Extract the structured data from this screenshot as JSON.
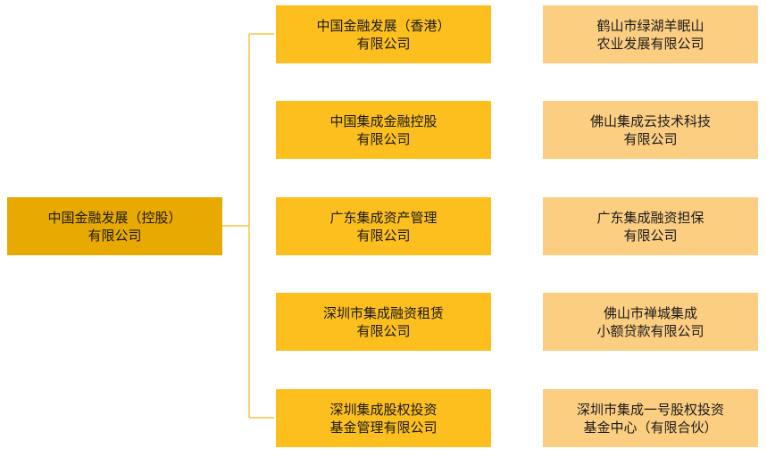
{
  "colors": {
    "root_fill": "#E8AA00",
    "subsidiary_fill": "#FCBF1E",
    "affiliate_fill": "#FCCE82",
    "connector": "#F5C542"
  },
  "root": {
    "line1": "中国金融发展（控股）",
    "line2": "有限公司"
  },
  "subsidiaries": [
    {
      "line1": "中国金融发展（香港）",
      "line2": "有限公司"
    },
    {
      "line1": "中国集成金融控股",
      "line2": "有限公司"
    },
    {
      "line1": "广东集成资产管理",
      "line2": "有限公司"
    },
    {
      "line1": "深圳市集成融资租赁",
      "line2": "有限公司"
    },
    {
      "line1": "深圳集成股权投资",
      "line2": "基金管理有限公司"
    }
  ],
  "affiliates": [
    {
      "line1": "鹤山市绿湖羊眠山",
      "line2": "农业发展有限公司"
    },
    {
      "line1": "佛山集成云技术科技",
      "line2": "有限公司"
    },
    {
      "line1": "广东集成融资担保",
      "line2": "有限公司"
    },
    {
      "line1": "佛山市禅城集成",
      "line2": "小额贷款有限公司"
    },
    {
      "line1": "深圳市集成一号股权投资",
      "line2": "基金中心（有限合伙）"
    }
  ]
}
